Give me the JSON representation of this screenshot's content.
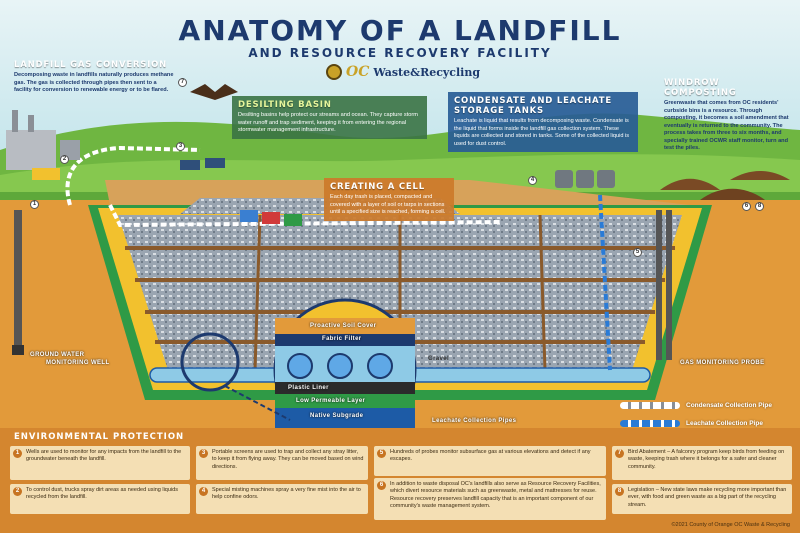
{
  "header": {
    "title": "ANATOMY OF A LANDFILL",
    "subtitle": "AND RESOURCE RECOVERY FACILITY",
    "logo_oc": "OC",
    "logo_text": "Waste&Recycling"
  },
  "colors": {
    "sky": "#bfe3ea",
    "grass": "#7cc24a",
    "soil": "#e29a3a",
    "navy": "#1d3a6e",
    "blue_box": "#285c96",
    "green_box": "#3a7344",
    "orange_box": "#cc7a2a",
    "env_band": "#d4862f",
    "liner_yellow": "#f2c12e",
    "liner_green": "#2f9a46"
  },
  "sections": {
    "gas": {
      "title": "LANDFILL GAS CONVERSION",
      "body": "Decomposing waste in landfills naturally produces methane gas. The gas is collected through pipes then sent to a facility for conversion to renewable energy or to be flared."
    },
    "desilting": {
      "title": "DESILTING BASIN",
      "body": "Desilting basins help protect our streams and ocean. They capture storm water runoff and trap sediment, keeping it from entering the regional stormwater management infrastructure."
    },
    "condensate": {
      "title": "CONDENSATE AND LEACHATE STORAGE TANKS",
      "body": "Leachate is liquid that results from decomposing waste. Condensate is the liquid that forms inside the landfill gas collection system. These liquids are collected and stored in tanks. Some of the collected liquid is used for dust control."
    },
    "cell": {
      "title": "CREATING A CELL",
      "body": "Each day trash is placed, compacted and covered with a layer of soil or tarps in sections until a specified size is reached, forming a cell."
    },
    "windrow": {
      "title": "WINDROW COMPOSTING",
      "body": "Greenwaste that comes from OC residents' curbside bins is a resource. Through composting, it becomes a soil amendment that eventually is returned to the community. The process takes from three to six months, and specially trained OCWR staff monitor, turn and test the piles."
    }
  },
  "labels": {
    "groundwater": "GROUND WATER",
    "groundwater2": "MONITORING WELL",
    "gas_probe": "GAS MONITORING PROBE",
    "soil_cover": "Proactive Soil Cover",
    "fabric": "Fabric Filter",
    "gravel": "Gravel",
    "plastic": "Plastic Liner",
    "low_perm": "Low Permeable Layer",
    "native": "Native Subgrade",
    "leachate_pipes": "Leachate Collection Pipes"
  },
  "callouts": [
    "1",
    "2",
    "3",
    "4",
    "5",
    "6",
    "7",
    "8"
  ],
  "legend": {
    "condensate": "Condensate Collection Pipe",
    "leachate": "Leachate Collection Pipe"
  },
  "env": {
    "title": "ENVIRONMENTAL PROTECTION",
    "items": [
      {
        "n": "1",
        "text": "Wells are used to monitor for any impacts from the landfill to the groundwater beneath the landfill."
      },
      {
        "n": "2",
        "text": "To control dust, trucks spray dirt areas as needed using liquids recycled from the landfill."
      },
      {
        "n": "3",
        "text": "Portable screens are used to trap and collect any stray litter, to keep it from flying away. They can be moved based on wind directions."
      },
      {
        "n": "4",
        "text": "Special misting machines spray a very fine mist into the air to help confine odors."
      },
      {
        "n": "5",
        "text": "Hundreds of probes monitor subsurface gas at various elevations and detect if any escapes."
      },
      {
        "n": "6",
        "text": "In addition to waste disposal OC's landfills also serve as Resource Recovery Facilities, which divert resource materials such as greenwaste, metal and mattresses for reuse. Resource recovery preserves landfill capacity that is an important component of our community's waste management system."
      },
      {
        "n": "7",
        "text": "Bird Abatement – A falconry program keep birds from feeding on waste, keeping trash where it belongs for a safer and cleaner community."
      },
      {
        "n": "8",
        "text": "Legislation – New state laws make recycling more important than ever, with food and green waste as a big part of the recycling stream."
      }
    ]
  },
  "copyright": "©2021 County of Orange OC Waste & Recycling"
}
